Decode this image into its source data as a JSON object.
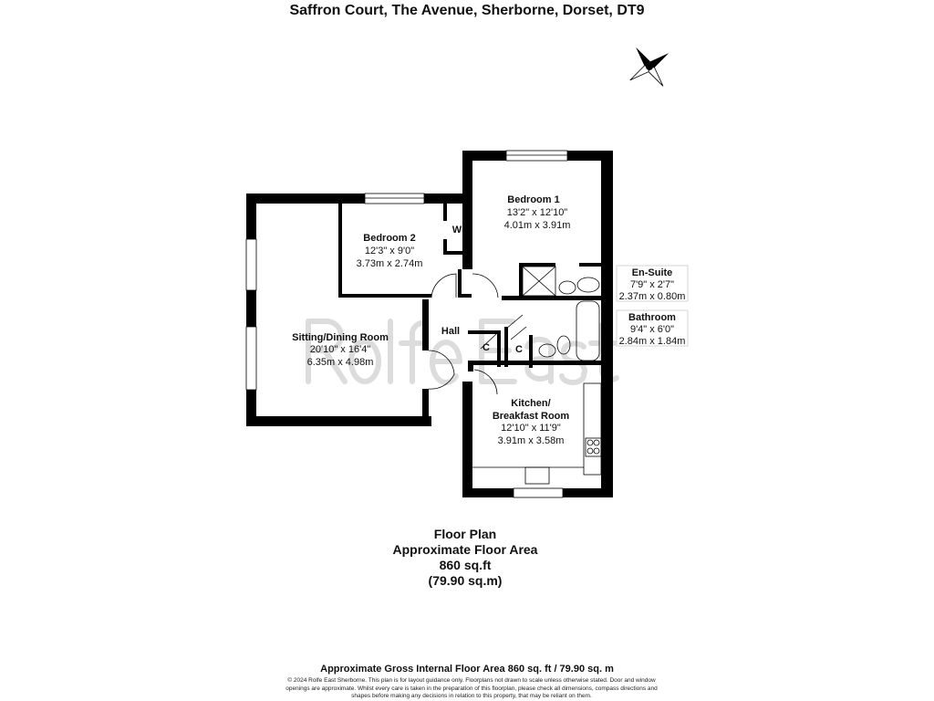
{
  "title": "Saffron Court, The Avenue, Sherborne, Dorset, DT9",
  "watermark": "Rolfe East",
  "rooms": [
    {
      "name": "Bedroom 1",
      "imperial": "13'2\" x 12'10\"",
      "metric": "4.01m x 3.91m"
    },
    {
      "name": "Bedroom 2",
      "imperial": "12'3\" x 9'0\"",
      "metric": "3.73m x 2.74m"
    },
    {
      "name": "Sitting/Dining Room",
      "imperial": "20'10\" x 16'4\"",
      "metric": "6.35m x 4.98m"
    },
    {
      "name": "Kitchen/",
      "name2": "Breakfast Room",
      "imperial": "12'10\" x 11'9\"",
      "metric": "3.91m x 3.58m"
    },
    {
      "name": "En-Suite",
      "imperial": "7'9\" x 2'7\"",
      "metric": "2.37m x 0.80m"
    },
    {
      "name": "Bathroom",
      "imperial": "9'4\" x 6'0\"",
      "metric": "2.84m x 1.84m"
    }
  ],
  "small_labels": {
    "hall": "Hall",
    "wardrobe": "W",
    "cupboard": "C"
  },
  "summary": {
    "line1": "Floor Plan",
    "line2": "Approximate Floor Area",
    "line3": "860 sq.ft",
    "line4": "(79.90 sq.m)"
  },
  "gross_area": "Approximate Gross Internal Floor Area 860 sq. ft / 79.90 sq. m",
  "disclaimer": "© 2024 Rolfe East Sherborne. This plan is for layout guidance only. Floorplans not drawn to scale unless otherwise stated. Door and window openings are approximate. Whilst every care is taken in the preparation of this floorplan, please check all dimensions, compass directions and shapes before making any decisions in relation to this property, that may be reliant on them.",
  "colors": {
    "wall": "#000000",
    "watermark": "#d9d9d9"
  }
}
